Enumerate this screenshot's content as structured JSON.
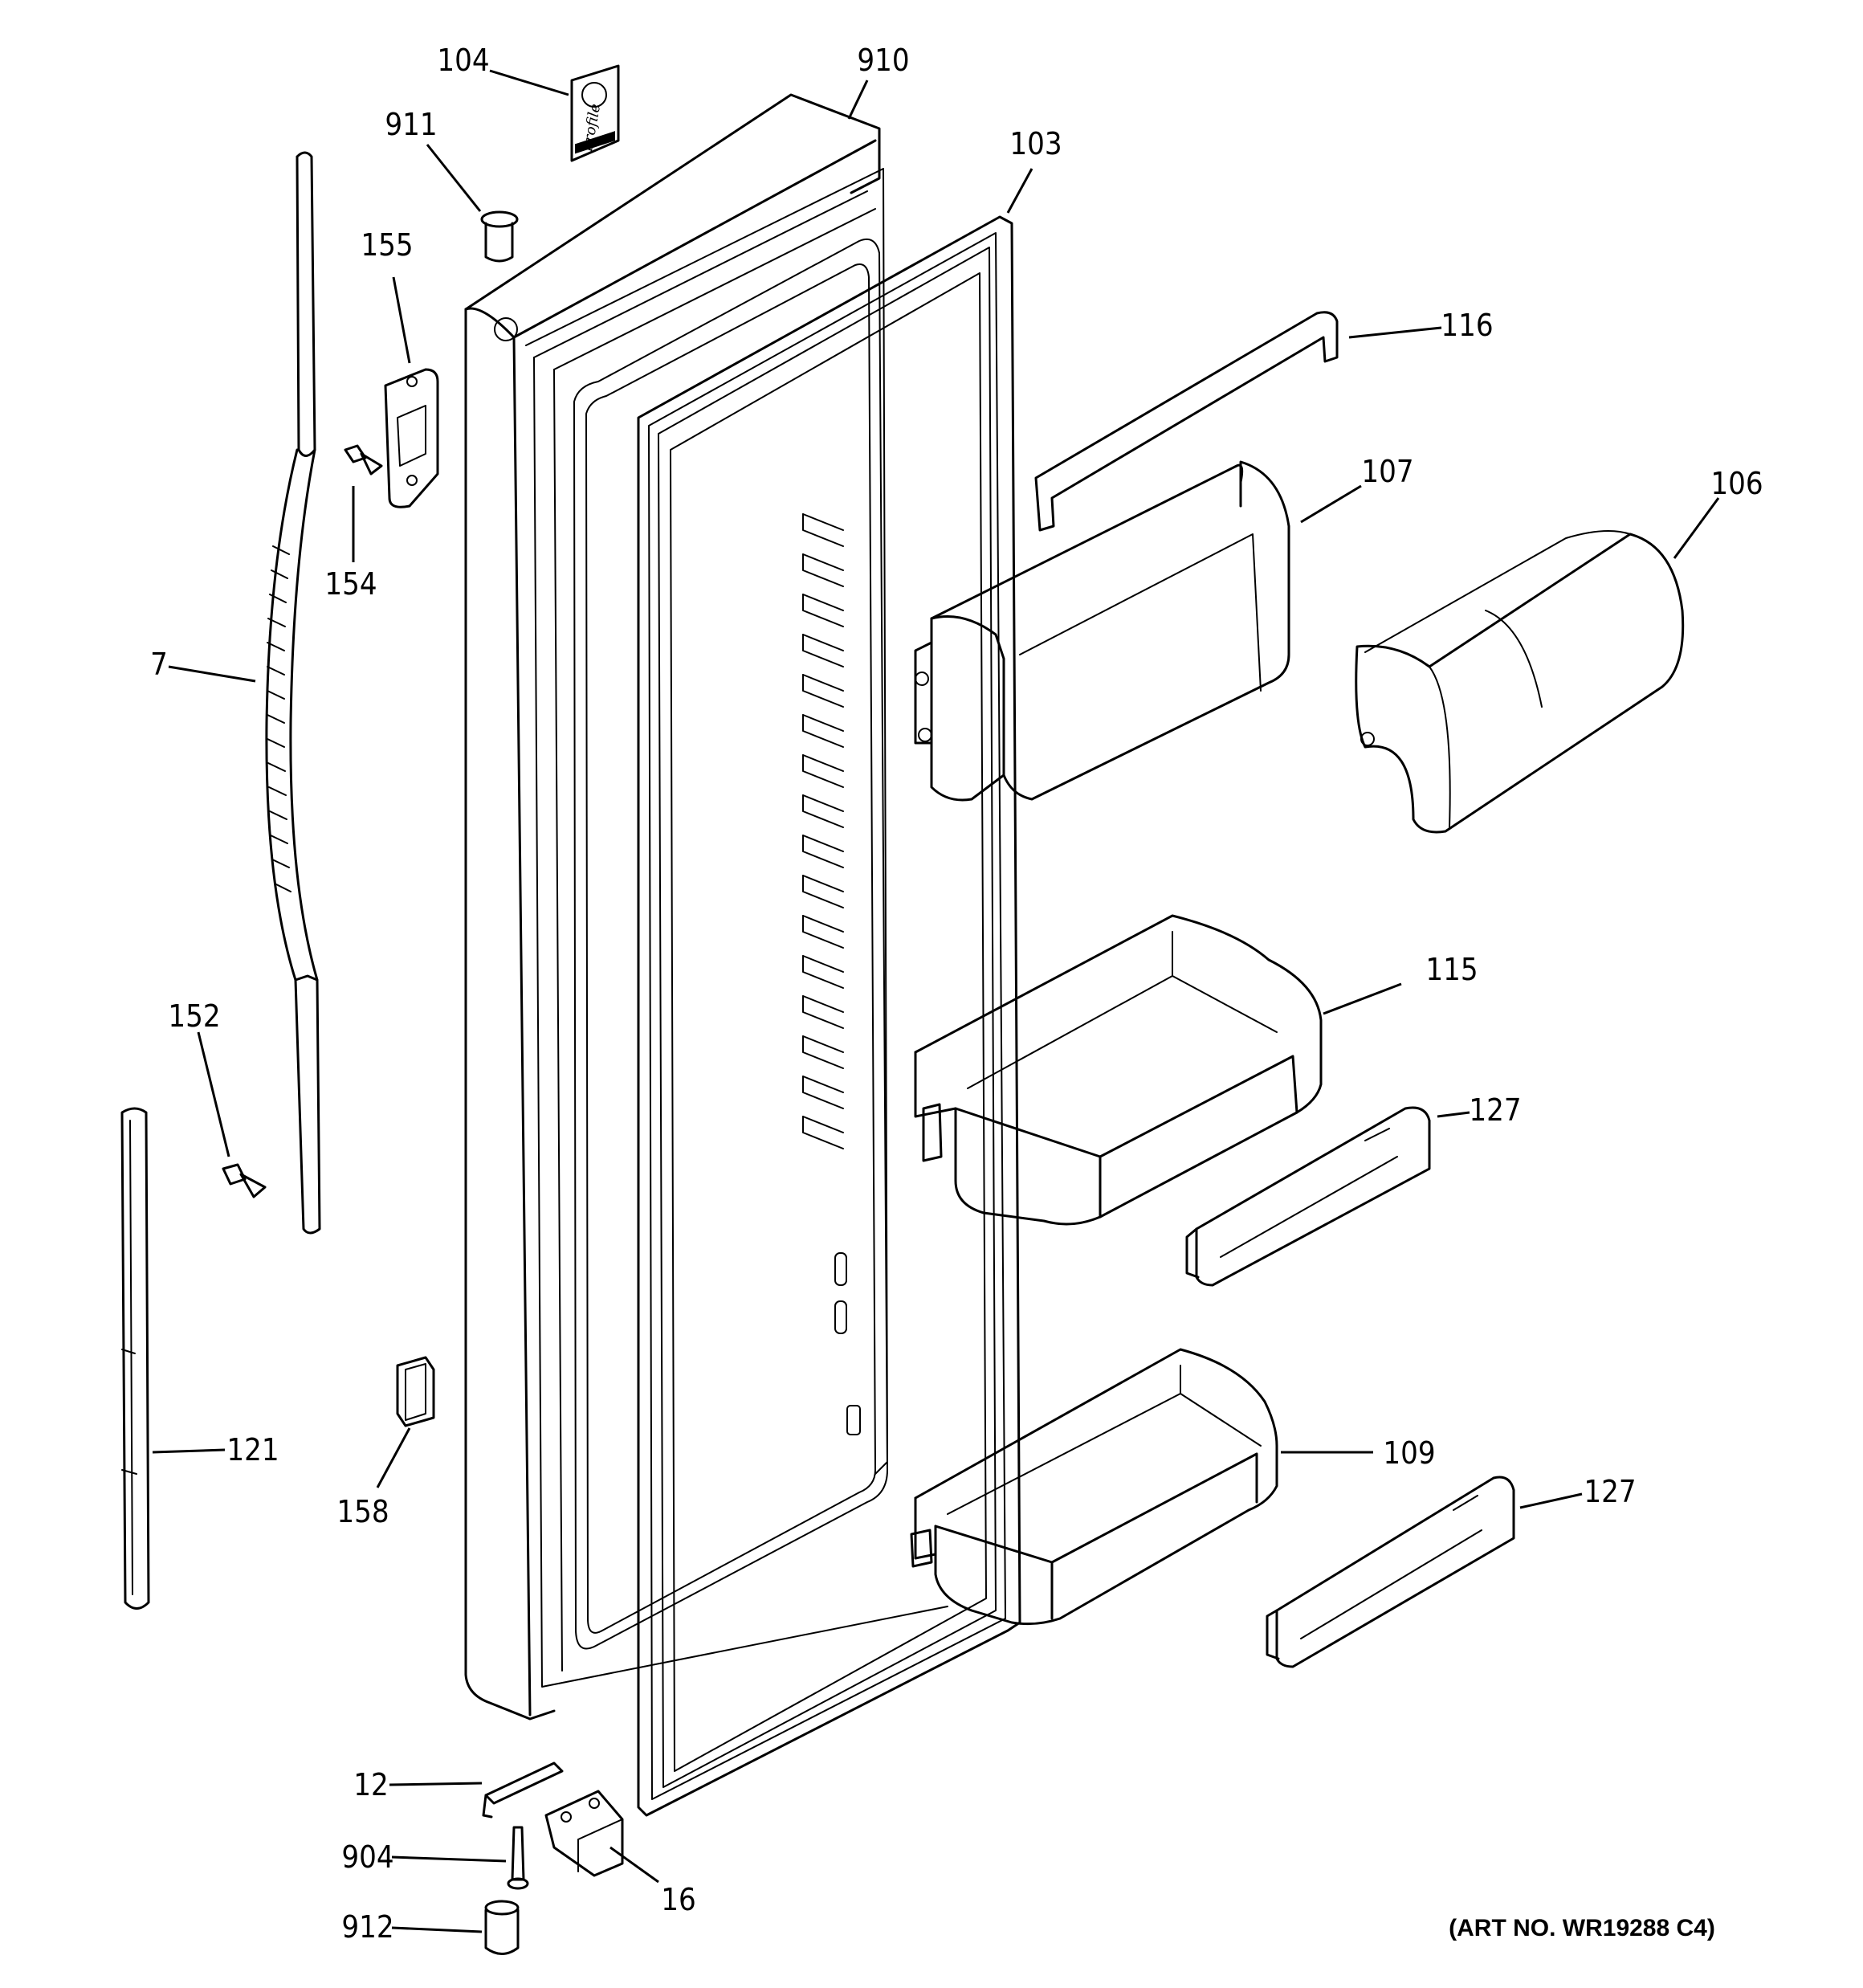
{
  "diagram": {
    "part_labels": {
      "p104": "104",
      "p910": "910",
      "p911": "911",
      "p103": "103",
      "p155": "155",
      "p116": "116",
      "p107": "107",
      "p106": "106",
      "p154": "154",
      "p7": "7",
      "p115": "115",
      "p127a": "127",
      "p152": "152",
      "p121": "121",
      "p158": "158",
      "p109": "109",
      "p127b": "127",
      "p12": "12",
      "p904": "904",
      "p912": "912",
      "p16": "16"
    },
    "logo_text": "Profile",
    "art_number": "(ART NO. WR19288 C4)"
  }
}
